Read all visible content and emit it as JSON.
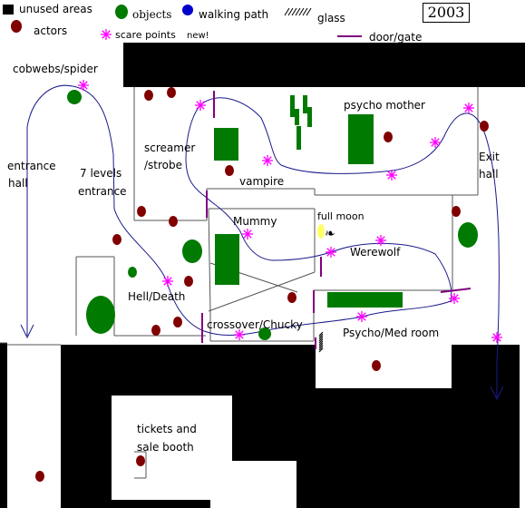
{
  "year": "2003",
  "legend": {
    "unused_areas": "unused areas",
    "objects": "objects",
    "walking_path": "walking path",
    "glass": "glass",
    "actors": "actors",
    "scare_points": "scare points",
    "scare_points_note": "new!",
    "door_gate": "door/gate"
  },
  "rooms": {
    "cobwebs": "cobwebs/spider",
    "entrance": "entrance",
    "hall": "hall",
    "seven_levels": "7 levels",
    "seven_levels_entrance": "entrance",
    "screamer": "screamer",
    "strobe": "/strobe",
    "vampire": "vampire",
    "psycho_mother": "psycho mother",
    "exit": "Exit",
    "exit_hall": "hall",
    "mummy": "Mummy",
    "full_moon": "full moon",
    "werewolf": "Werewolf",
    "hell_death": "Hell/Death",
    "crossover": "crossover/Chucky",
    "psycho_med": "Psycho/Med room",
    "tickets": "tickets and",
    "sale_booth": "sale booth"
  },
  "colors": {
    "unused": "#000000",
    "objects": "#007a00",
    "actors": "#800000",
    "walking_path": "#0000cc",
    "path_line": "#1a1a8c",
    "scare": "#ff00ff",
    "door": "#800080",
    "moon": "#ffff66"
  }
}
